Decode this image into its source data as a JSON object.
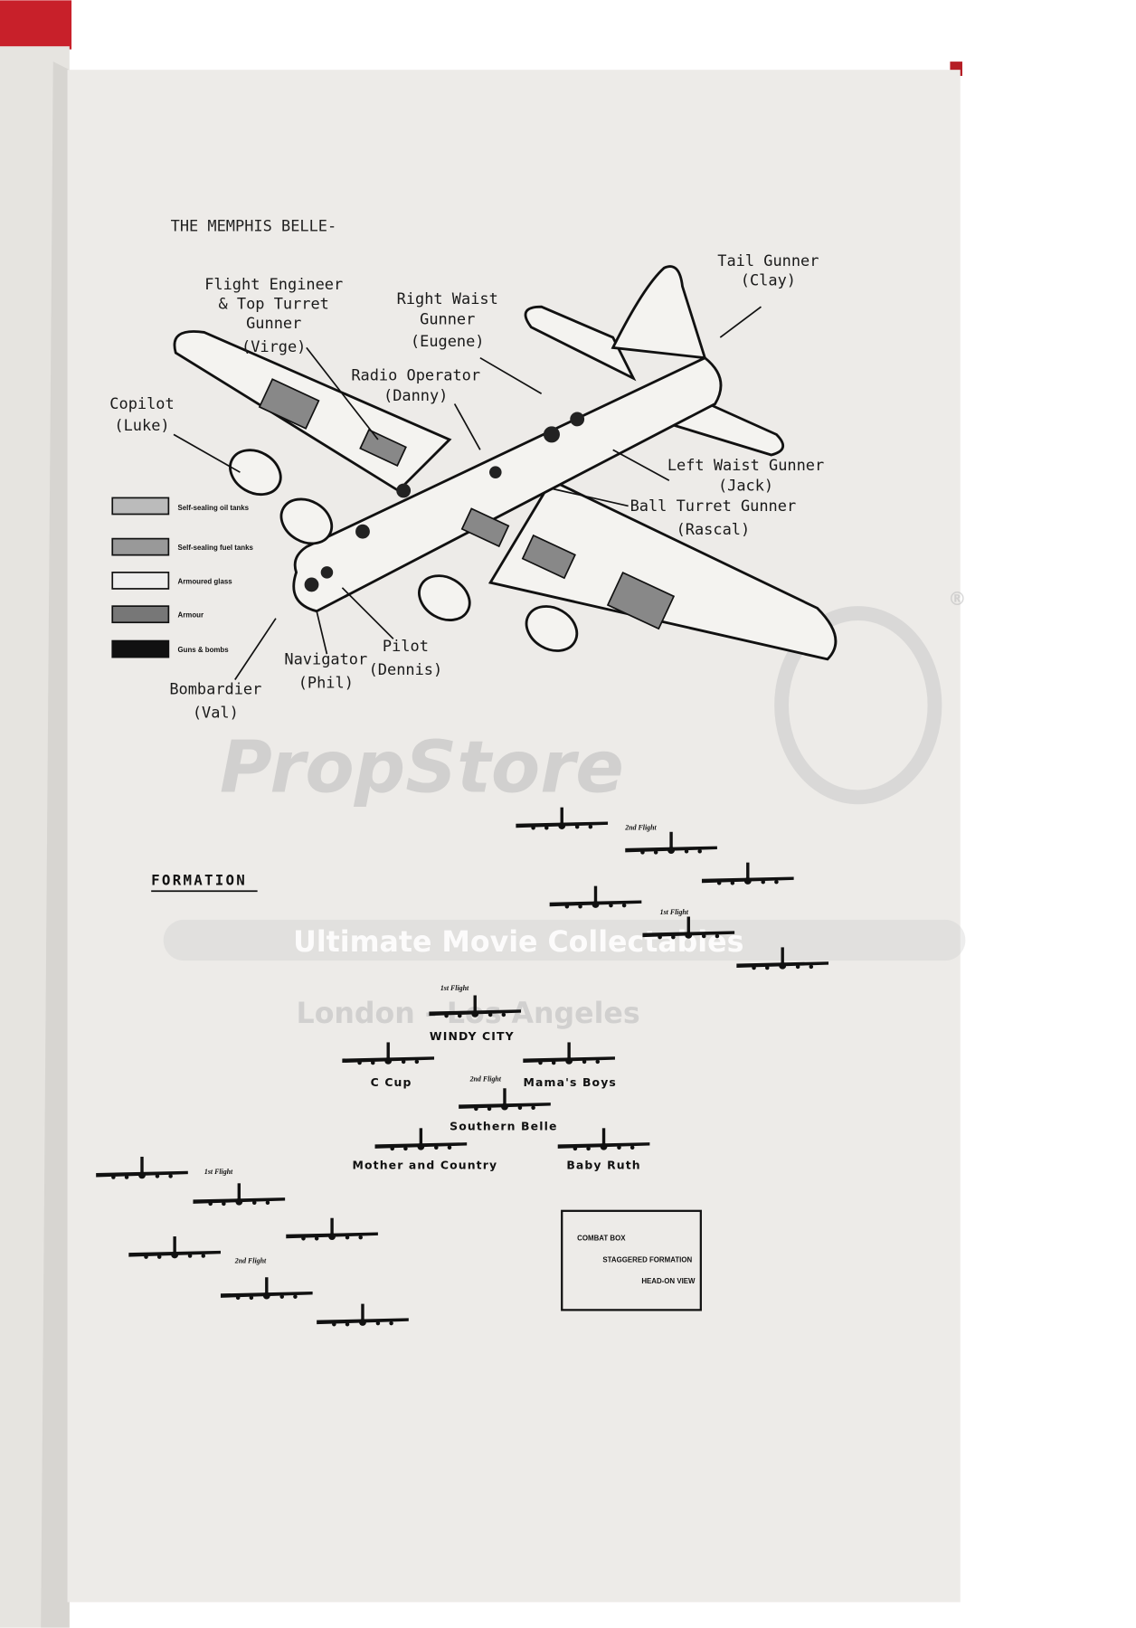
{
  "document": {
    "title": "THE MEMPHIS BELLE-",
    "crew_labels": {
      "tail_gunner": [
        "Tail Gunner",
        "(Clay)"
      ],
      "flight_engineer": [
        "Flight Engineer",
        "& Top Turret",
        "Gunner",
        "(Virge)"
      ],
      "right_waist": [
        "Right Waist",
        "Gunner",
        "(Eugene)"
      ],
      "radio_operator": [
        "Radio Operator",
        "(Danny)"
      ],
      "copilot": [
        "Copilot",
        "(Luke)"
      ],
      "left_waist": [
        "Left Waist Gunner",
        "(Jack)"
      ],
      "ball_turret": [
        "Ball Turret Gunner",
        "(Rascal)"
      ],
      "navigator": [
        "Navigator",
        "(Phil)"
      ],
      "pilot": [
        "Pilot",
        "(Dennis)"
      ],
      "bombardier": [
        "Bombardier",
        "(Val)"
      ]
    },
    "legend": [
      "Self-sealing oil tanks",
      "Self-sealing fuel tanks",
      "Armoured glass",
      "Armour",
      "Guns & bombs"
    ],
    "formation_heading": "FORMATION",
    "flight_labels": [
      "2nd Flight",
      "1st Flight",
      "1st Flight",
      "2nd Flight",
      "1st Flight",
      "2nd Flight"
    ],
    "plane_names": [
      "WINDY CITY",
      "C Cup",
      "Mama's Boys",
      "Southern Belle",
      "Mother and Country",
      "Baby Ruth"
    ],
    "combat_box": [
      "COMBAT BOX",
      "STAGGERED FORMATION",
      "HEAD-ON VIEW"
    ]
  },
  "watermark": {
    "logo": "PropStore",
    "tagline": "Ultimate  Movie  Collectables",
    "locations": "London - Los Angeles",
    "registered": "®"
  },
  "colors": {
    "binding": "#c8202a",
    "page": "#ecebe8",
    "ink": "#111111"
  }
}
